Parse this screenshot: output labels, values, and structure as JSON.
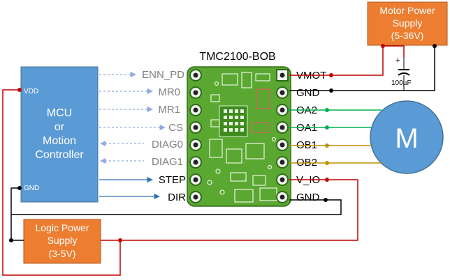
{
  "board": {
    "title": "TMC2100-BOB"
  },
  "mcu": {
    "line1": "MCU",
    "line2": "or",
    "line3": "Motion",
    "line4": "Controller",
    "vdd": "VDD",
    "gnd": "GND"
  },
  "motor_supply": {
    "line1": "Motor Power",
    "line2": "Supply",
    "line3": "(5-36V)"
  },
  "logic_supply": {
    "line1": "Logic Power",
    "line2": "Supply",
    "line3": "(3-5V)"
  },
  "capacitor": {
    "value": "100µF",
    "plus": "+"
  },
  "motor": {
    "label": "M"
  },
  "left_pins": [
    "ENN_PD",
    "MR0",
    "MR1",
    "CS",
    "DIAG0",
    "DIAG1",
    "STEP",
    "DIR"
  ],
  "right_pins": [
    "VMOT",
    "GND",
    "OA2",
    "OA1",
    "OB1",
    "OB2",
    "V_IO",
    "GND"
  ],
  "colors": {
    "blue_box": "#5b9bd5",
    "orange_box": "#ed7d31",
    "red_wire": "#c00000",
    "green_wire": "#00b050",
    "gold_wire": "#c09000",
    "pcb": "#5aa832",
    "motor": "#5b9bd5"
  }
}
